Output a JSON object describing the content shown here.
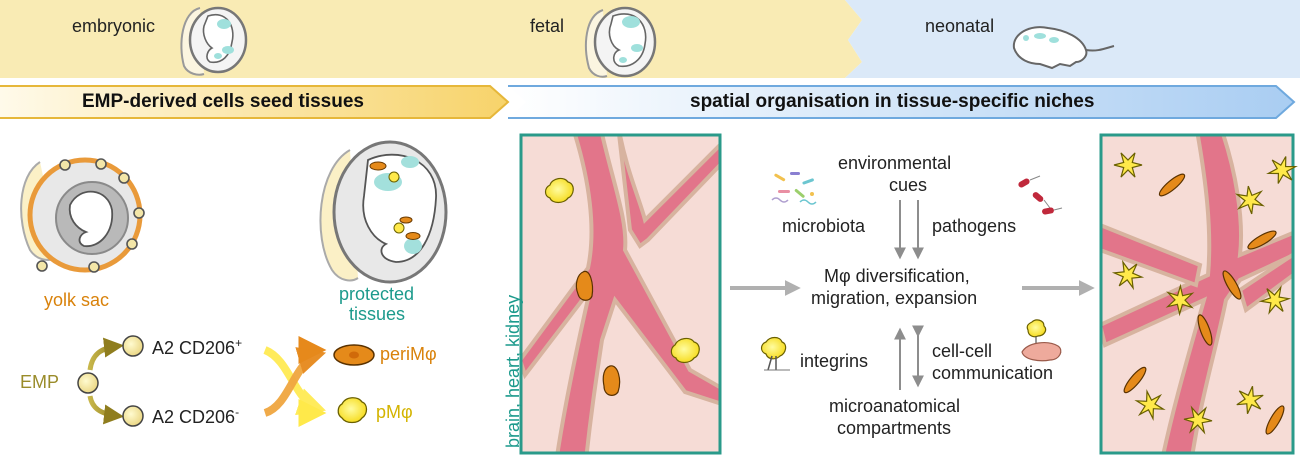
{
  "timeline": {
    "stage_embryonic": "embryonic",
    "stage_fetal": "fetal",
    "stage_neonatal": "neonatal"
  },
  "banners": {
    "left": "EMP-derived cells seed tissues",
    "right": "spatial organisation in tissue-specific niches"
  },
  "left_panel": {
    "yolk_sac_label": "yolk sac",
    "protected_tissues_line1": "protected",
    "protected_tissues_line2": "tissues",
    "emp_label": "EMP",
    "a2_pos_label": "A2 CD206",
    "a2_pos_sup": "+",
    "a2_neg_label": "A2 CD206",
    "a2_neg_sup": "-",
    "perim_label": "periMφ",
    "pm_label": "pMφ"
  },
  "tissue_label": "brain, heart, kidney",
  "center": {
    "env_cues_line1": "environmental",
    "env_cues_line2": "cues",
    "microbiota": "microbiota",
    "pathogens": "pathogens",
    "diversification_line1": "Mφ diversification,",
    "diversification_line2": "migration, expansion",
    "integrins": "integrins",
    "cellcell_line1": "cell-cell",
    "cellcell_line2": "communication",
    "micro_line1": "microanatomical",
    "micro_line2": "compartments"
  },
  "colors": {
    "yellow_band": "#f9ebb4",
    "blue_band": "#dbe9f8",
    "orange_text": "#d9820b",
    "teal_text": "#1c9a8c",
    "olive_text": "#9a8c2a",
    "tissue_bg": "#f6dcd6",
    "vessel": "#e2758a",
    "teal_border": "#2a9a8a"
  }
}
